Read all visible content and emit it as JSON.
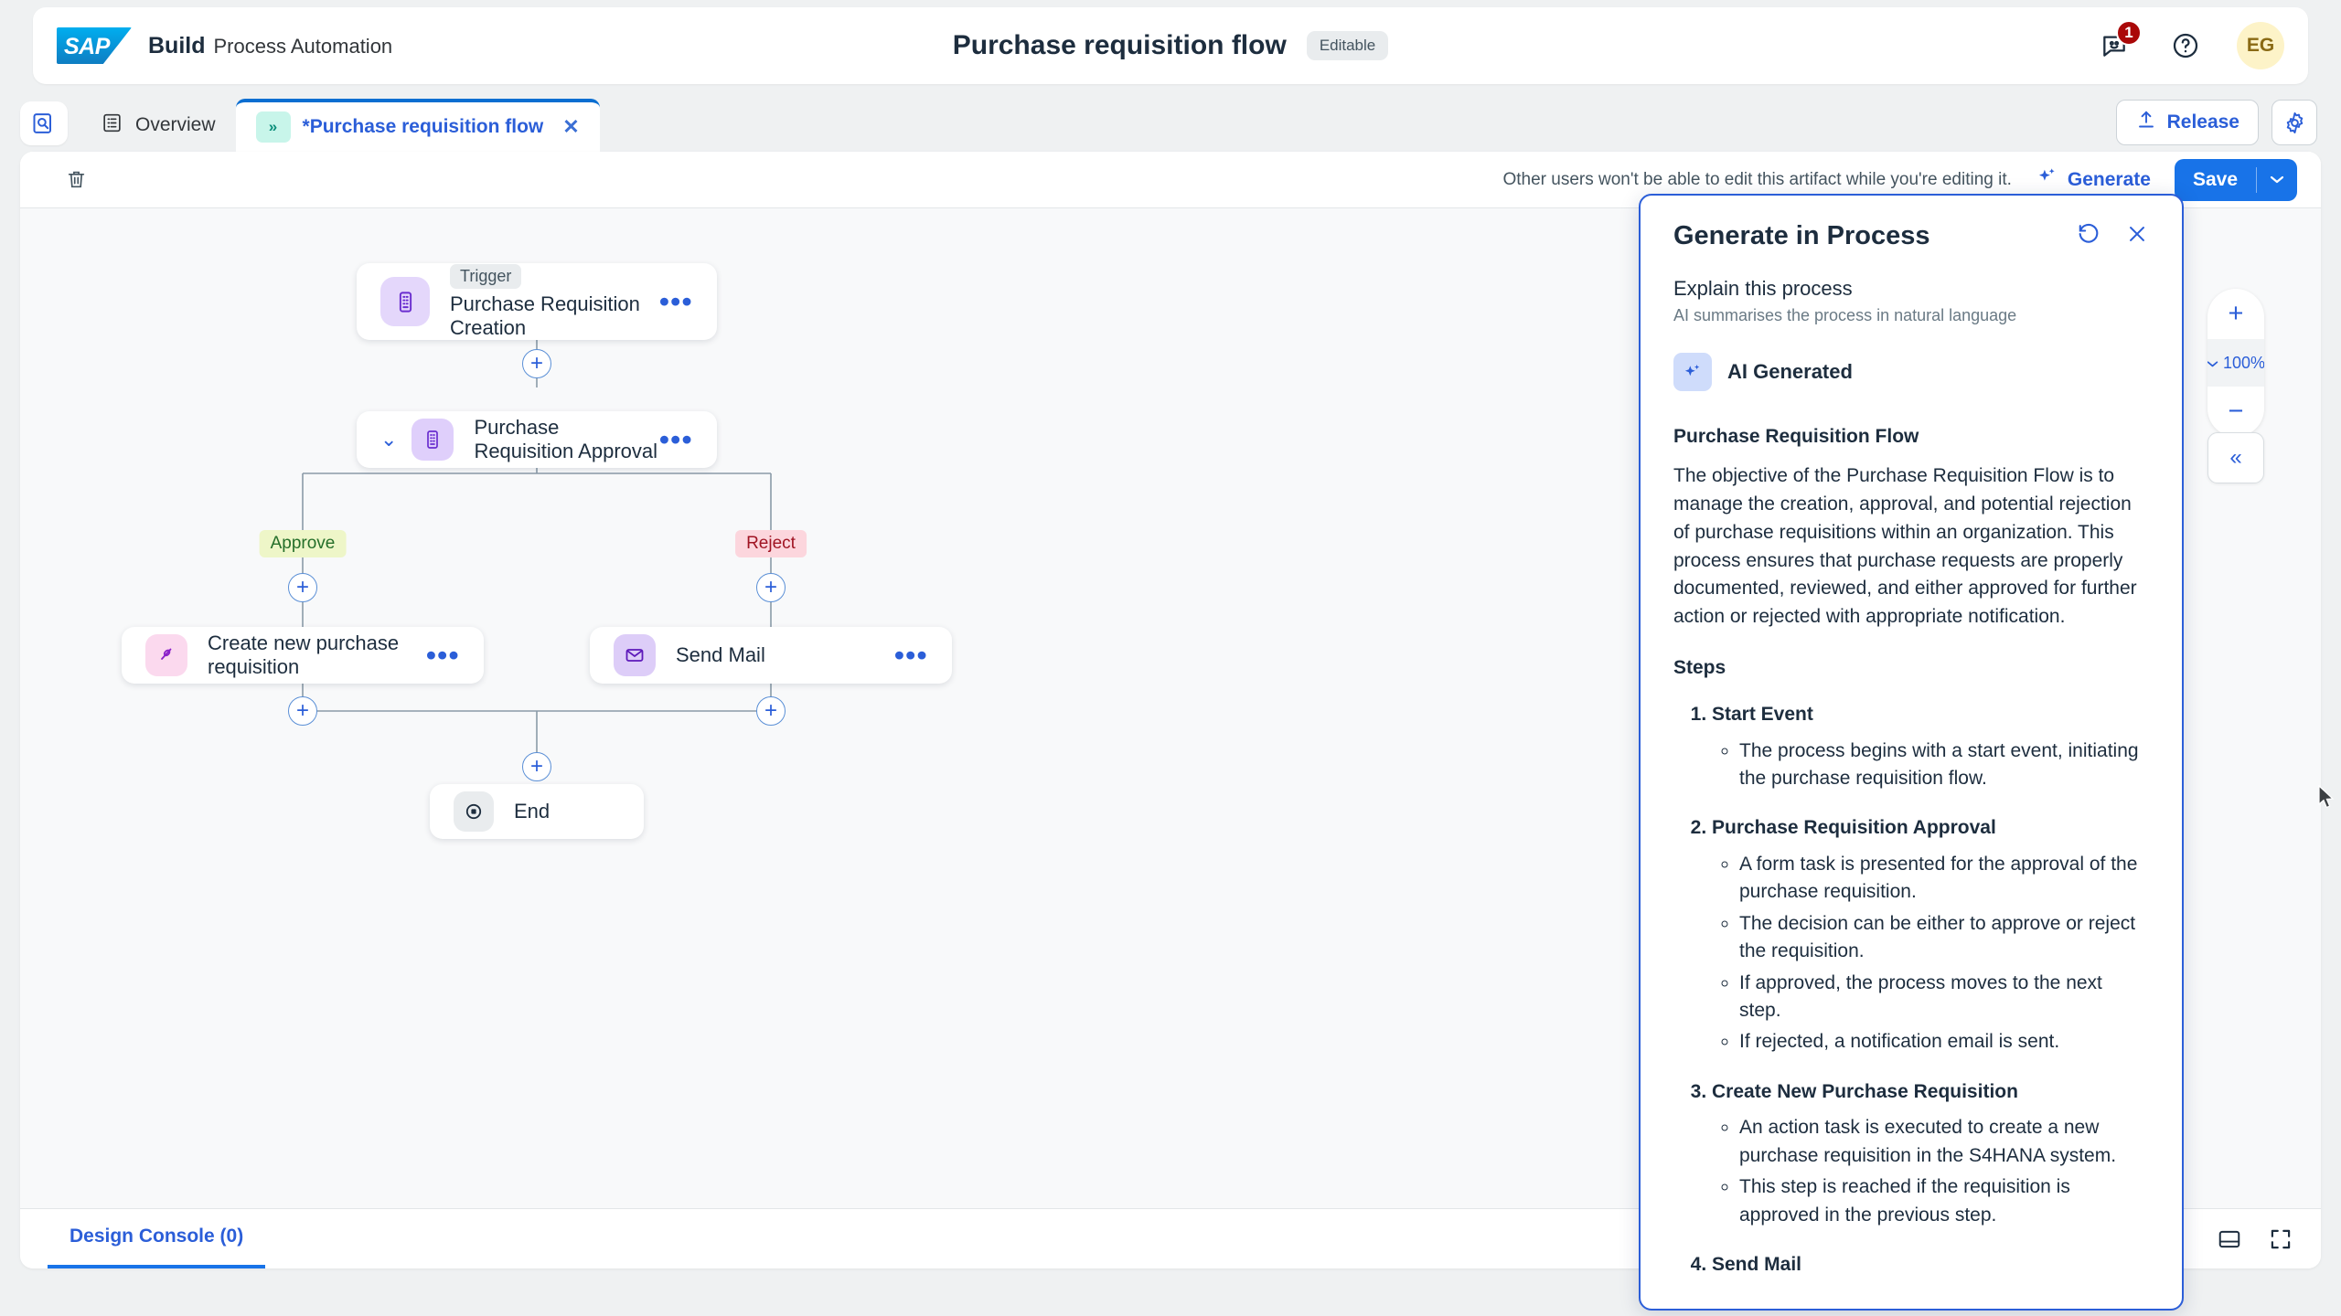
{
  "header": {
    "logo_text": "SAP",
    "product_name": "Build",
    "product_sub": "Process Automation",
    "doc_title": "Purchase requisition flow",
    "status_chip": "Editable",
    "notification_badge": "1",
    "avatar_initials": "EG",
    "feedback_icon": "feedback-smiley-icon",
    "help_icon": "question-mark-icon"
  },
  "tabs": {
    "explore_icon": "explore-search-icon",
    "items": [
      {
        "label": "Overview",
        "icon": "document-list-icon",
        "active": false
      },
      {
        "label": "*Purchase requisition flow",
        "icon": "process-chevrons-icon",
        "active": true
      }
    ],
    "close_glyph": "✕",
    "release_label": "Release",
    "settings_icon": "gear-icon"
  },
  "toolbar": {
    "delete_icon": "trash-icon",
    "edit_note": "Other users won't be able to edit this artifact while you're editing it.",
    "generate_label": "Generate",
    "save_label": "Save",
    "save_dropdown_glyph": "⌄"
  },
  "canvas": {
    "zoom_level": "100%",
    "zoom_in_glyph": "+",
    "zoom_out_glyph": "−",
    "zoom_dropdown_glyph": "⌄",
    "collapse_glyph": "«",
    "plus_glyph": "+",
    "nodes": [
      {
        "id": "trigger",
        "tag": "Trigger",
        "label": "Purchase Requisition Creation",
        "icon": "form-icon",
        "icon_bg": "#e4d7fb",
        "icon_color": "#6a2ecf",
        "menu": "•••"
      },
      {
        "id": "approval",
        "tag": "",
        "label": "Purchase Requisition Approval",
        "icon": "form-icon",
        "icon_bg": "#dfcffb",
        "icon_color": "#6a2ecf",
        "menu": "•••",
        "collapse_glyph": "⌄"
      },
      {
        "id": "create-pr",
        "tag": "",
        "label": "Create new purchase requisition",
        "icon": "action-icon",
        "icon_bg": "#fbd9ee",
        "icon_color": "#8b20c9",
        "menu": "•••"
      },
      {
        "id": "send-mail",
        "tag": "",
        "label": "Send Mail",
        "icon": "envelope-icon",
        "icon_bg": "#ddcdf8",
        "icon_color": "#5d19ba",
        "menu": "•••"
      },
      {
        "id": "end",
        "tag": "",
        "label": "End",
        "icon": "end-event-icon",
        "icon_bg": "#e9ecee",
        "icon_color": "#1d2d3e",
        "menu": ""
      }
    ],
    "branches": [
      {
        "label": "Approve",
        "bg": "#eef6c8",
        "color": "#256f2a"
      },
      {
        "label": "Reject",
        "bg": "#fcd6dd",
        "color": "#a01423"
      }
    ]
  },
  "console": {
    "tab_label": "Design Console (0)",
    "layout_icon": "panel-layout-icon",
    "fullscreen_icon": "expand-fullscreen-icon"
  },
  "generate_panel": {
    "title": "Generate in Process",
    "history_icon": "history-revert-icon",
    "close_icon": "close-icon",
    "option_title": "Explain this process",
    "option_desc": "AI summarises the process in natural language",
    "ai_badge": "AI Generated",
    "ai_icon": "sparkle-ai-icon",
    "result_title": "Purchase Requisition Flow",
    "result_paragraph": "The objective of the Purchase Requisition Flow is to manage the creation, approval, and potential rejection of purchase requisitions within an organization. This process ensures that purchase requests are properly documented, reviewed, and either approved for further action or rejected with appropriate notification.",
    "steps_heading": "Steps",
    "steps": [
      {
        "title": "Start Event",
        "bullets": [
          "The process begins with a start event, initiating the purchase requisition flow."
        ]
      },
      {
        "title": "Purchase Requisition Approval",
        "bullets": [
          "A form task is presented for the approval of the purchase requisition.",
          "The decision can be either to approve or reject the requisition.",
          "If approved, the process moves to the next step.",
          "If rejected, a notification email is sent."
        ]
      },
      {
        "title": "Create New Purchase Requisition",
        "bullets": [
          "An action task is executed to create a new purchase requisition in the S4HANA system.",
          "This step is reached if the requisition is approved in the previous step."
        ]
      },
      {
        "title": "Send Mail",
        "bullets": []
      }
    ]
  }
}
